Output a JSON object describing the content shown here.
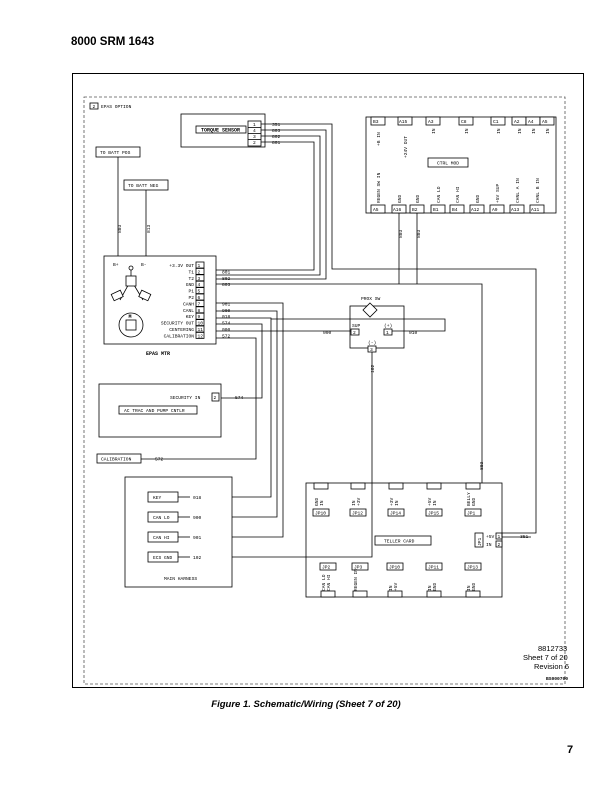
{
  "header": {
    "title": "8000 SRM 1643"
  },
  "caption": "Figure 1. Schematic/Wiring (Sheet 7 of 20)",
  "page_number": "7",
  "doc_info": {
    "drawing_no": "8812733",
    "sheet": "Sheet 7 of 20",
    "revision": "Revision 6",
    "figure_code": "BS000700"
  },
  "option": {
    "num": "2",
    "label": "EPAS OPTION"
  },
  "torque_sensor": {
    "label": "TORQUE SENSOR",
    "pins": [
      "1",
      "4",
      "3",
      "2"
    ],
    "wires": [
      "351",
      "803",
      "802",
      "801"
    ]
  },
  "batt": {
    "pos": "TO BATT POS",
    "neg": "TO BATT NEG",
    "pos_wire": "803",
    "neg_wire": "813",
    "bplus": "B+",
    "bminus": "B-"
  },
  "epas": {
    "label": "EPAS MTR",
    "motor": "M",
    "pins": [
      {
        "name": "+3.3V OUT",
        "pin": "1",
        "wire": ""
      },
      {
        "name": "T1",
        "pin": "2",
        "wire": "801"
      },
      {
        "name": "T2",
        "pin": "3",
        "wire": "802"
      },
      {
        "name": "GND",
        "pin": "4",
        "wire": "803"
      },
      {
        "name": "P1",
        "pin": "5",
        "wire": ""
      },
      {
        "name": "P2",
        "pin": "6",
        "wire": ""
      },
      {
        "name": "CANH",
        "pin": "7",
        "wire": "901"
      },
      {
        "name": "CANL",
        "pin": "8",
        "wire": "900"
      },
      {
        "name": "KEY",
        "pin": "9",
        "wire": "018"
      },
      {
        "name": "SECURITY OUT",
        "pin": "10",
        "wire": "574"
      },
      {
        "name": "CENTERING",
        "pin": "11",
        "wire": "000"
      },
      {
        "name": "CALIBRATION",
        "pin": "12",
        "wire": "572"
      }
    ]
  },
  "ctrl": {
    "label": "CTRL MOD",
    "top_pins": [
      "B3",
      "A15",
      "A3",
      "C8",
      "C1",
      "A2",
      "A4",
      "A5"
    ],
    "top_names": [
      "+B IN",
      "+24V OUT",
      "IN",
      "IN",
      "IN",
      "IN",
      "IN",
      "IN"
    ],
    "bottom_pins": [
      "A5",
      "A16",
      "B2",
      "B1",
      "B4",
      "A12",
      "A9",
      "A13",
      "A11"
    ],
    "bottom_names": [
      "REGEN SW IN",
      "GND",
      "GND",
      "CAN LO",
      "CAN HI",
      "GND",
      "+5V SUP",
      "CHNL A IN",
      "CHNL B IN"
    ],
    "wires": [
      "803",
      "803"
    ]
  },
  "prox": {
    "label": "PROX SW",
    "sup": "SUP",
    "pins": [
      "2",
      "1",
      "3"
    ],
    "pin_names": [
      "",
      "(+)",
      "(-)"
    ],
    "wires_left": "000",
    "wires_right": "010",
    "wire_down": "102"
  },
  "ac_ctrl": {
    "label": "AC TRAC AND PUMP CNTLR",
    "security": "SECURITY IN",
    "pin": "2",
    "wire": "574"
  },
  "calibration": {
    "label": "CALIBRATION",
    "wire": "572"
  },
  "main_harness": {
    "label": "MAIN HARNESS",
    "items": [
      {
        "label": "KEY",
        "wire": "018"
      },
      {
        "label": "CAN LO",
        "wire": "900"
      },
      {
        "label": "CAN HI",
        "wire": "901"
      },
      {
        "label": "ECS GND",
        "wire": "102"
      }
    ]
  },
  "teller": {
    "label": "TELLER CARD",
    "top": [
      {
        "name": "GND\nIN",
        "jp": "JP10"
      },
      {
        "name": "IN\n+3V",
        "jp": "JP12"
      },
      {
        "name": "+3V\nIN",
        "jp": "JP14"
      },
      {
        "name": "+5V\nIN",
        "jp": "JP15"
      },
      {
        "name": "BELLY\nGND",
        "jp": "JP1"
      }
    ],
    "bottom": [
      {
        "name": "CAN LO\nCAN HI",
        "jp": "JP2"
      },
      {
        "name": "REGEN IN",
        "jp": "JP3"
      },
      {
        "name": "IN\n+5V",
        "jp": "JP10"
      },
      {
        "name": "IN\nGND",
        "jp": "JP11"
      },
      {
        "name": "IN\nGND",
        "jp": "JP13"
      }
    ],
    "right": {
      "jp": "JP1",
      "plus": "+5V",
      "in": "IN",
      "wire": "351",
      "wire_top": "803"
    }
  }
}
